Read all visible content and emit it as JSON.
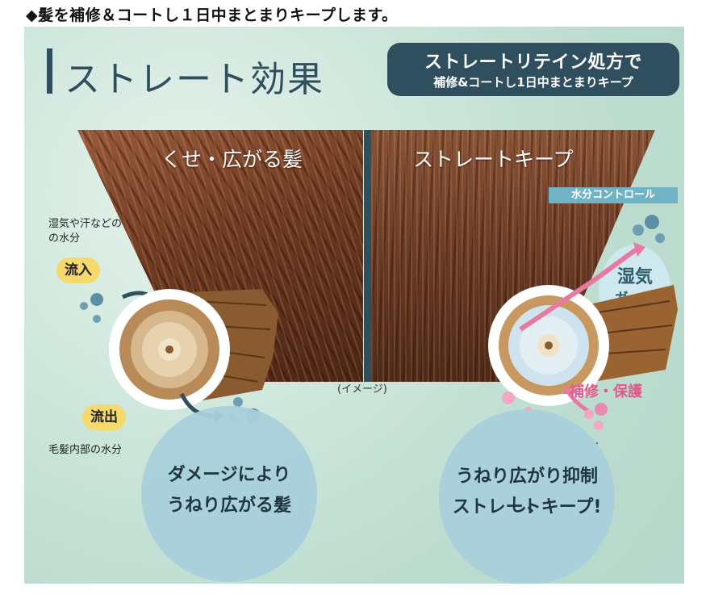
{
  "header": {
    "text": "◆髪を補修＆コートし１日中まとまりキープします。"
  },
  "panel": {
    "title": "ストレート効果",
    "badge": {
      "main": "ストレートリテイン処方で",
      "sub": "補修&コートし1日中まとまりキープ"
    },
    "left_hair_label": "くせ・広がる髪",
    "right_hair_label": "ストレートキープ",
    "image_note": "(イメージ)",
    "left": {
      "inflow_note_line1": "湿気や汗などの",
      "inflow_note_line2": "の水分",
      "inflow_chip": "流入",
      "outflow_chip": "流出",
      "outflow_note": "毛髪内部の水分",
      "bubble_line1": "ダメージにより",
      "bubble_line2": "うねり広がる髪"
    },
    "right": {
      "moisture_tag": "水分コントロール",
      "drop_line1": "湿気",
      "drop_line2": "ガード",
      "repair_label": "補修・保護",
      "dot_note": ".",
      "bubble_line1": "うねり広がり抑制し、",
      "bubble_line2": "ストレートキープ!"
    },
    "colors": {
      "accent": "#2f4f5e",
      "bubble": "#a9d0db",
      "chip": "#f6d96b",
      "pink": "#e05a8a",
      "moisture": "#6fb3c6"
    },
    "icons": [
      "hair-cross-section-icon",
      "water-droplet-icon",
      "arrow-icon"
    ]
  }
}
